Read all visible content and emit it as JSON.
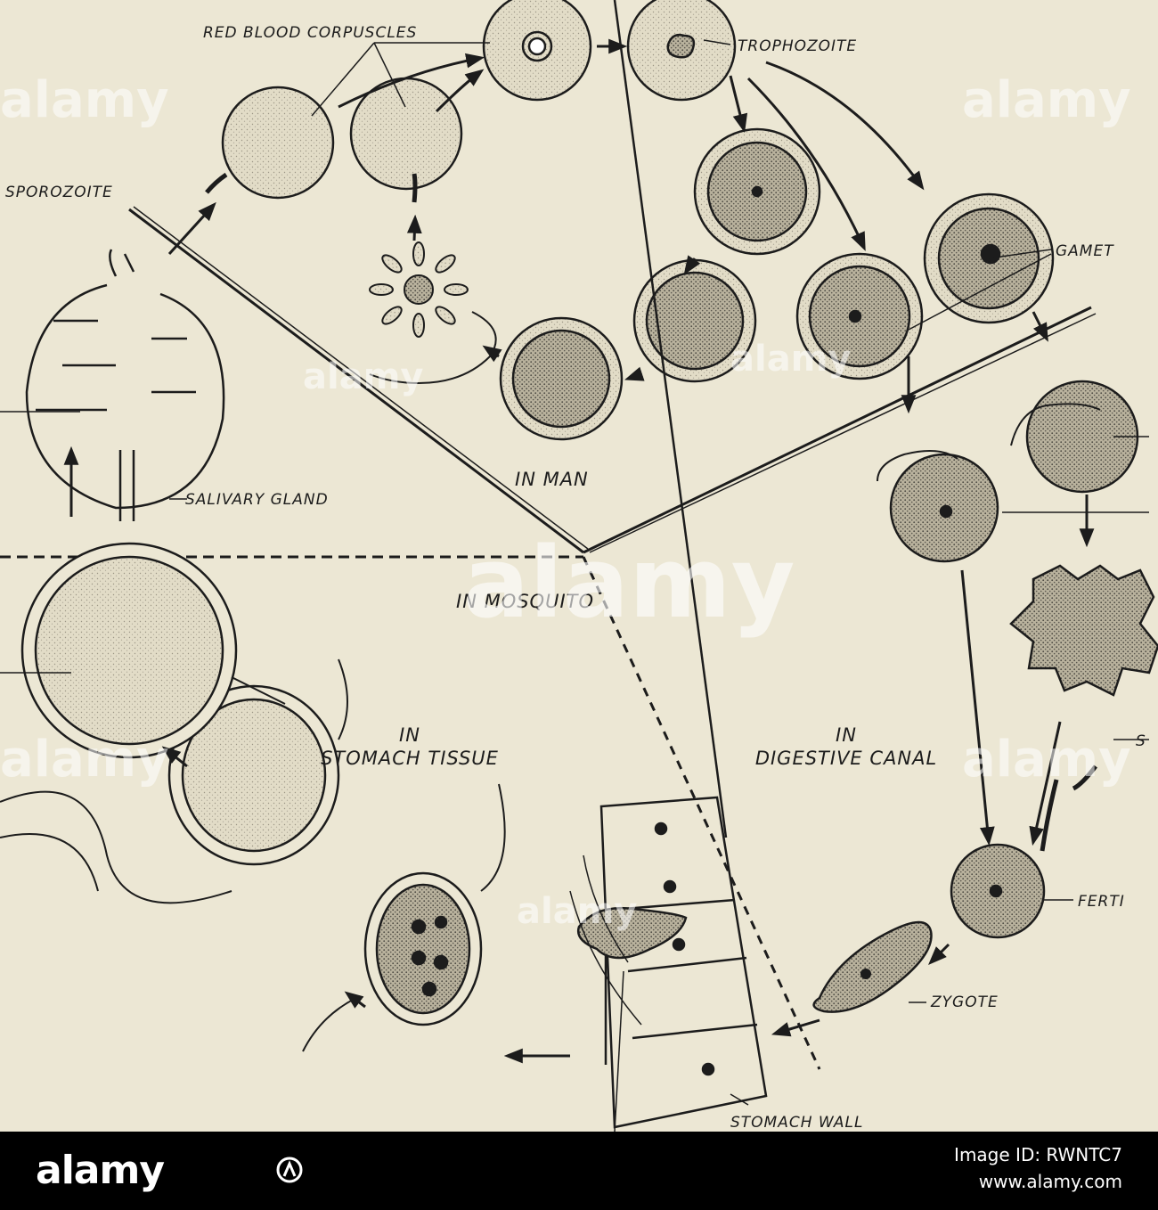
{
  "labels": {
    "red_blood_corpuscles": "RED BLOOD CORPUSCLES",
    "trophozoite": "TROPHOZOITE",
    "sporozoite": "SPOROZOITE",
    "gamet": "GAMET",
    "salivary_gland": "SALIVARY GLAND",
    "zygote": "ZYGOTE",
    "stomach_wall": "STOMACH WALL",
    "fertil": "FERTI",
    "s_cut": "S"
  },
  "regions": {
    "in_man": "IN MAN",
    "in_mosquito": "IN MOSQUITO",
    "in_stomach_tissue_1": "IN",
    "in_stomach_tissue_2": "STOMACH TISSUE",
    "in_digestive_canal_1": "IN",
    "in_digestive_canal_2": "DIGESTIVE CANAL"
  },
  "watermark": {
    "text": "alamy"
  },
  "footer": {
    "logo": "alamy",
    "image_id": "Image ID: RWNTC7",
    "url": "www.alamy.com"
  },
  "colors": {
    "paper": "#ece7d4",
    "ink": "#1c1c1c",
    "cell_fill": "#ddd6c0",
    "footer_bg": "#000000"
  }
}
